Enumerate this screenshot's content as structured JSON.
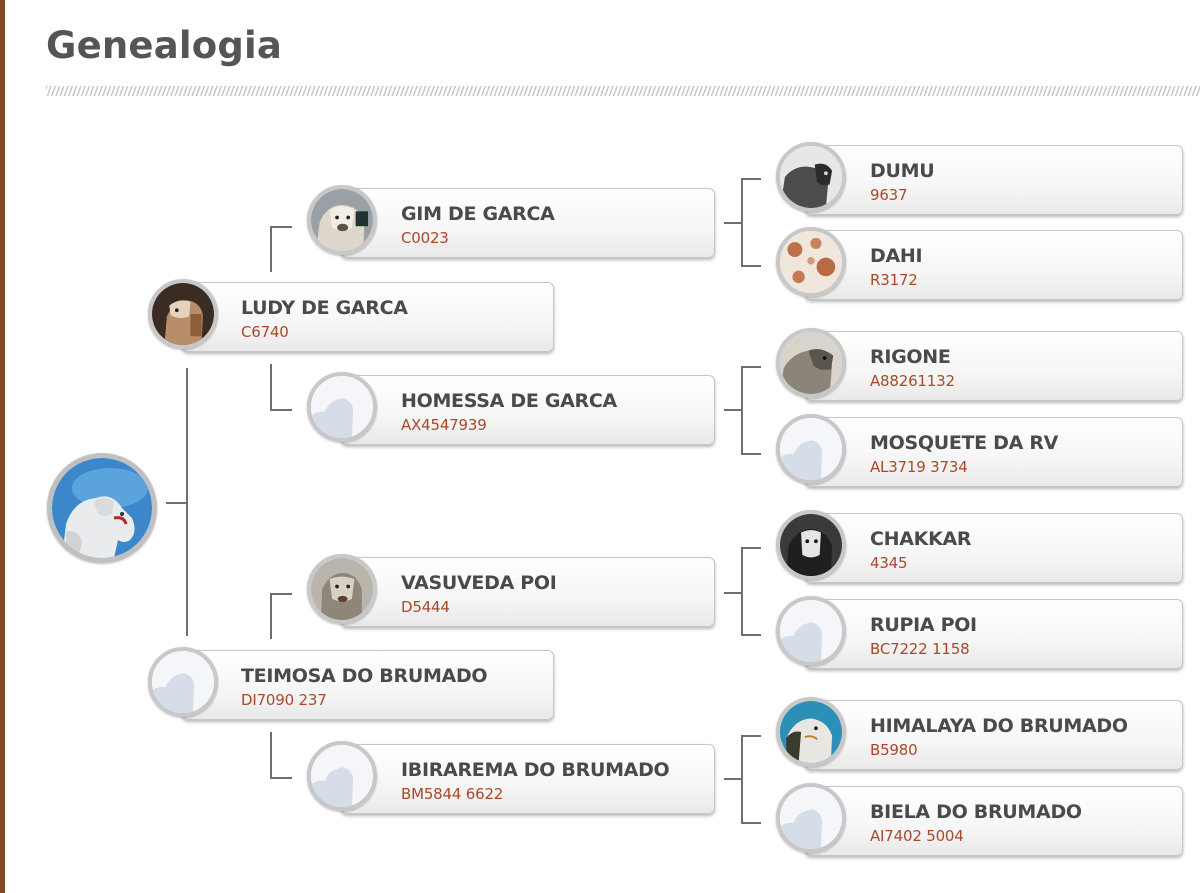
{
  "page": {
    "title": "Genealogia"
  },
  "subject": {
    "photo_icon": "white-nelore-bull-photo-icon"
  },
  "sire": {
    "name": "LUDY DE GARCA",
    "code": "C6740",
    "photo_icon": "bull-photo-icon",
    "sire": {
      "name": "GIM DE GARCA",
      "code": "C0023",
      "photo_icon": "bull-photo-icon",
      "sire": {
        "name": "DUMU",
        "code": "9637",
        "photo_icon": "bull-photo-icon"
      },
      "dam": {
        "name": "DAHI",
        "code": "R3172",
        "photo_icon": "cow-photo-icon"
      }
    },
    "dam": {
      "name": "HOMESSA DE GARCA",
      "code": "AX4547939",
      "photo_icon": "placeholder-silhouette-icon",
      "sire": {
        "name": "RIGONE",
        "code": "A88261132",
        "photo_icon": "bull-photo-icon"
      },
      "dam": {
        "name": "MOSQUETE DA RV",
        "code": "AL3719 3734",
        "photo_icon": "placeholder-silhouette-icon"
      }
    }
  },
  "dam": {
    "name": "TEIMOSA DO BRUMADO",
    "code": "DI7090 237",
    "photo_icon": "placeholder-silhouette-icon",
    "sire": {
      "name": "VASUVEDA POI",
      "code": "D5444",
      "photo_icon": "bull-photo-icon",
      "sire": {
        "name": "CHAKKAR",
        "code": "4345",
        "photo_icon": "bull-photo-icon"
      },
      "dam": {
        "name": "RUPIA POI",
        "code": "BC7222 1158",
        "photo_icon": "placeholder-silhouette-icon"
      }
    },
    "dam": {
      "name": "IBIRAREMA DO BRUMADO",
      "code": "BM5844 6622",
      "photo_icon": "placeholder-silhouette-icon",
      "sire": {
        "name": "HIMALAYA DO BRUMADO",
        "code": "B5980",
        "photo_icon": "bull-photo-icon"
      },
      "dam": {
        "name": "BIELA DO BRUMADO",
        "code": "AI7402 5004",
        "photo_icon": "placeholder-silhouette-icon"
      }
    }
  },
  "colors": {
    "name_text": "#4a4a4a",
    "code_text": "#a9492a",
    "connector": "#6f6f6f",
    "accent_border": "#7a4a2c"
  }
}
